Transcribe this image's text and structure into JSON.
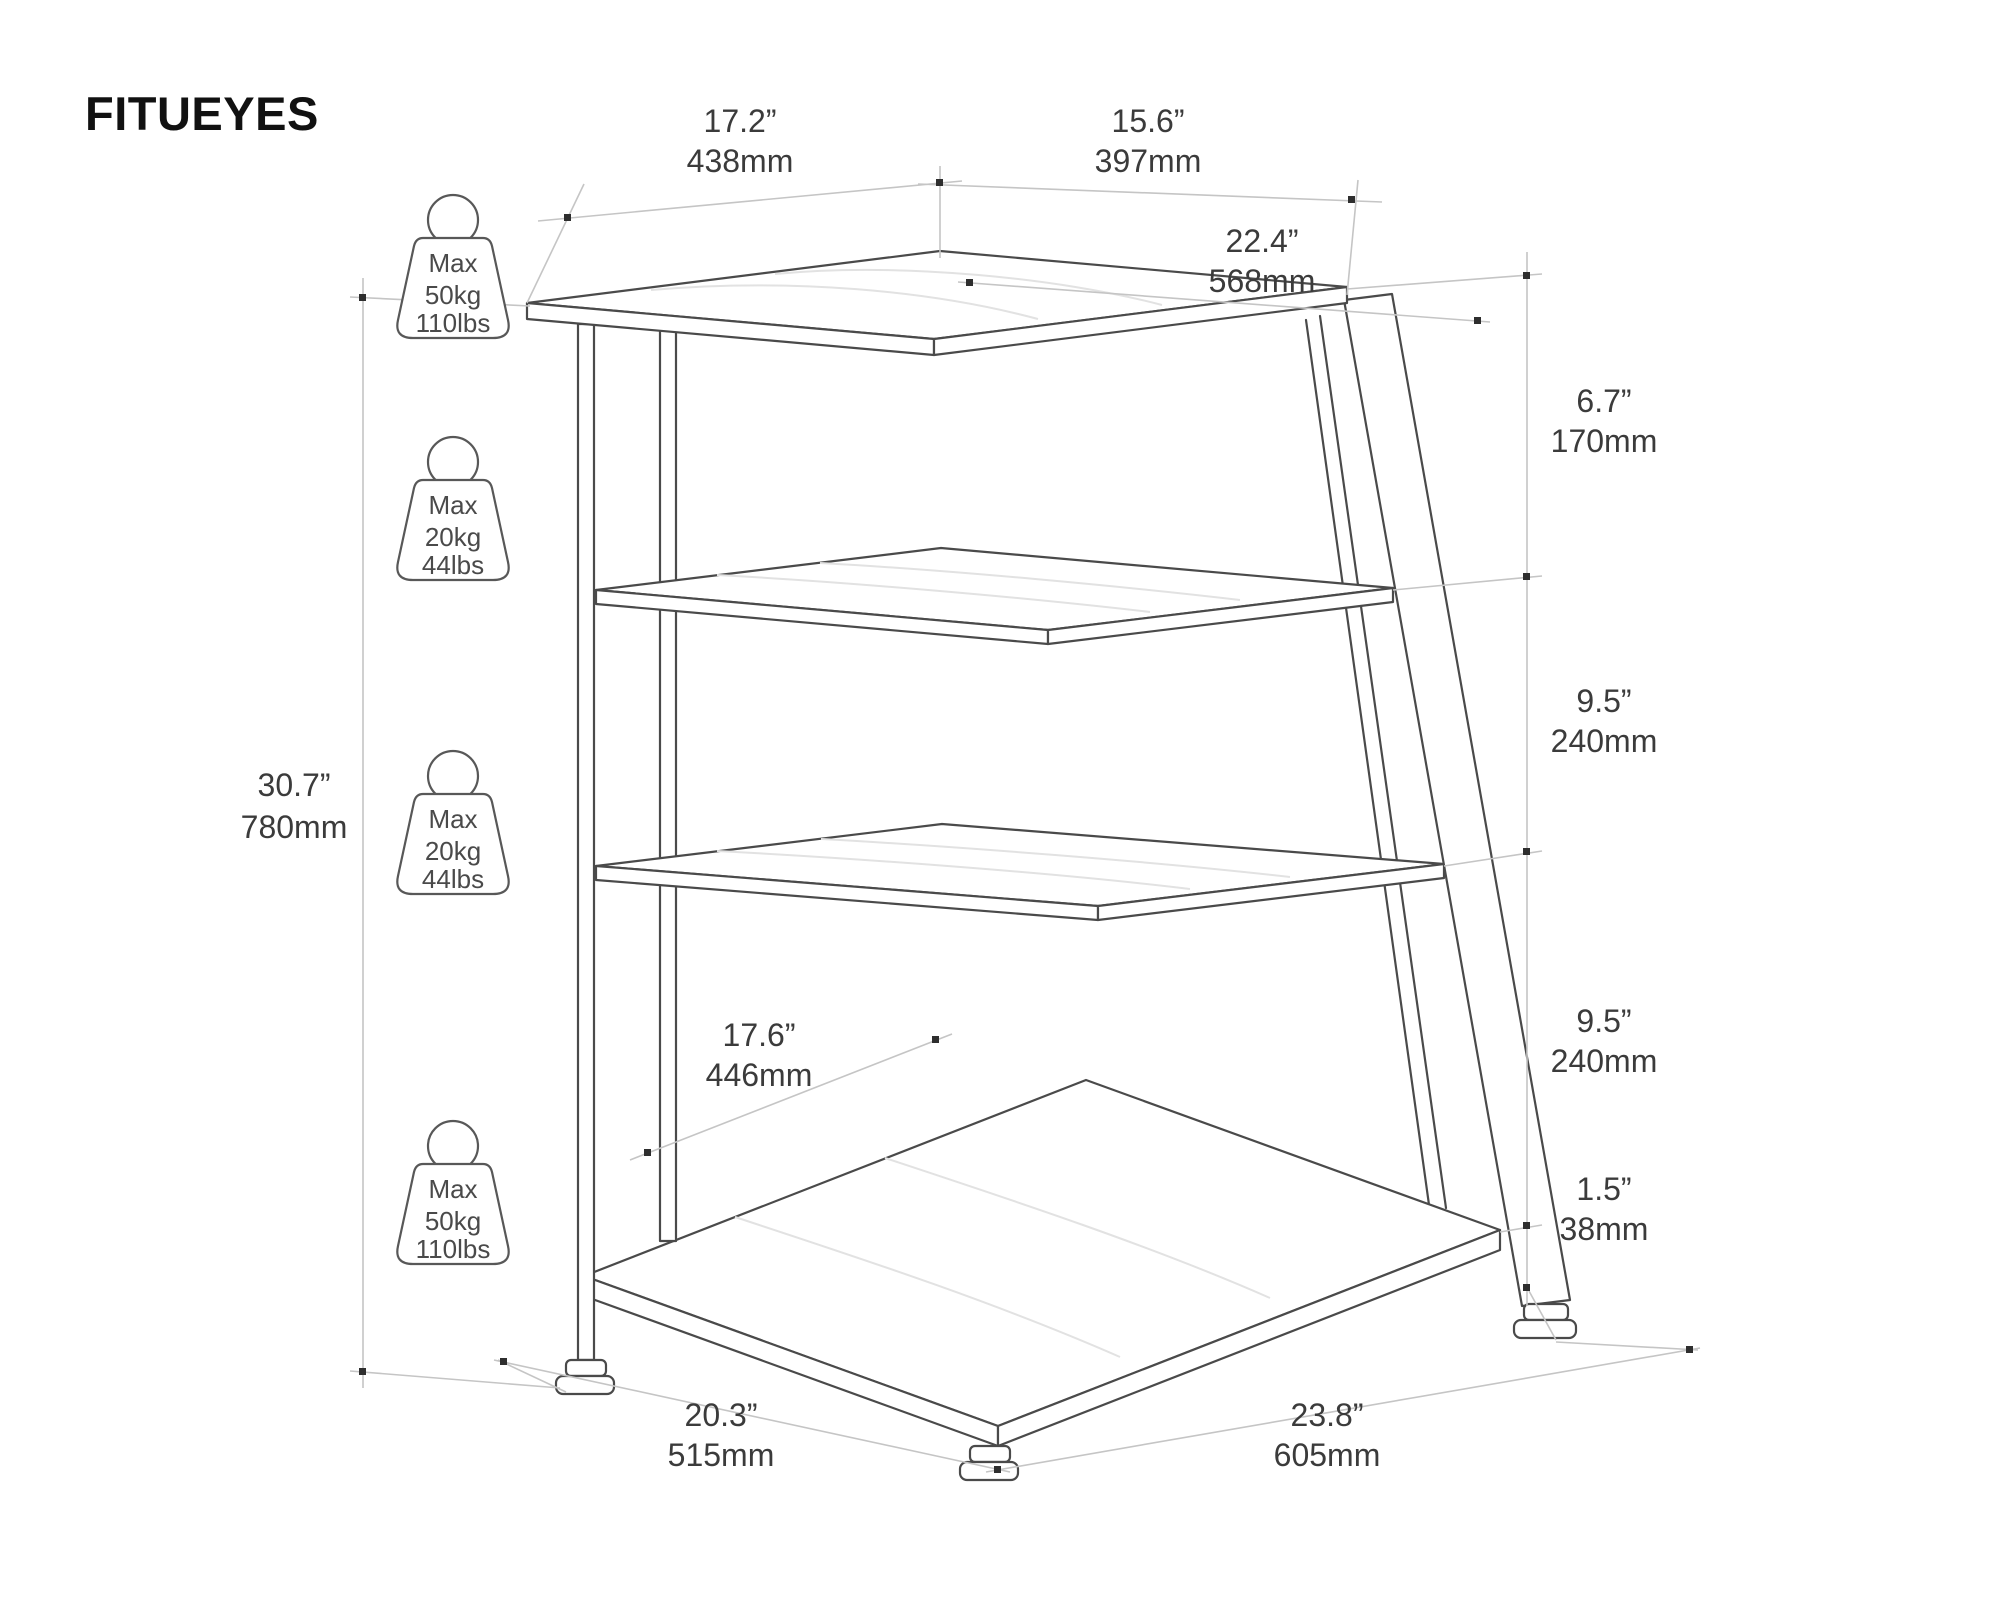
{
  "brand": "FITUEYES",
  "dimensions": {
    "top_depth": {
      "inches": "17.2”",
      "mm": "438mm"
    },
    "top_width": {
      "inches": "15.6”",
      "mm": "397mm"
    },
    "top_total_width": {
      "inches": "22.4”",
      "mm": "568mm"
    },
    "tier1_gap": {
      "inches": "6.7”",
      "mm": "170mm"
    },
    "tier2_gap": {
      "inches": "9.5”",
      "mm": "240mm"
    },
    "tier3_gap": {
      "inches": "9.5”",
      "mm": "240mm"
    },
    "base_clearance": {
      "inches": "1.5”",
      "mm": "38mm"
    },
    "overall_height": {
      "inches": "30.7”",
      "mm": "780mm"
    },
    "middle_depth": {
      "inches": "17.6”",
      "mm": "446mm"
    },
    "base_depth": {
      "inches": "20.3”",
      "mm": "515mm"
    },
    "base_width": {
      "inches": "23.8”",
      "mm": "605mm"
    }
  },
  "load_badges": [
    {
      "prefix": "Max",
      "kg": "50kg",
      "lbs": "110lbs"
    },
    {
      "prefix": "Max",
      "kg": "20kg",
      "lbs": "44lbs"
    },
    {
      "prefix": "Max",
      "kg": "20kg",
      "lbs": "44lbs"
    },
    {
      "prefix": "Max",
      "kg": "50kg",
      "lbs": "110lbs"
    }
  ],
  "colors": {
    "structure_line": "#4a4a4a",
    "dimension_line": "#c5c5c5",
    "marker": "#2e2e2e",
    "text": "#3b3b3b"
  }
}
